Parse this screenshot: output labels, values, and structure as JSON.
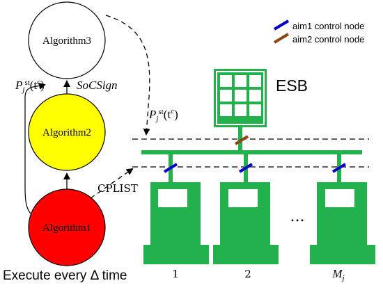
{
  "algorithms": {
    "alg3": {
      "label": "Algorithm3",
      "fill": "#ffffff"
    },
    "alg2": {
      "label": "Algorithm2",
      "fill": "#ffff00"
    },
    "alg1": {
      "label": "Algorithm1",
      "fill": "#ff0000"
    }
  },
  "signals": {
    "left_p": "P",
    "left_p_sub": "j",
    "left_p_sup": "st",
    "left_t": "(t",
    "left_t_sup": "c",
    "left_t_close": ")",
    "soc_sign": "SoCSign",
    "mid_p": "P",
    "mid_p_sub": "j",
    "mid_p_sup": "st",
    "mid_t": "(t",
    "mid_t_sup": "c",
    "mid_t_close": ")",
    "cplist": "CPLIST"
  },
  "esb": {
    "label": "ESB",
    "color": "#22b14c"
  },
  "legend": {
    "aim1": {
      "label": "aim1 control node",
      "color": "#0000cc"
    },
    "aim2": {
      "label": "aim2 control node",
      "color": "#8b4513"
    }
  },
  "stations": {
    "labels": [
      "1",
      "2",
      "M"
    ],
    "last_sub": "j",
    "ellipsis": "..."
  },
  "footer": {
    "execute": "Execute every Δ time"
  }
}
